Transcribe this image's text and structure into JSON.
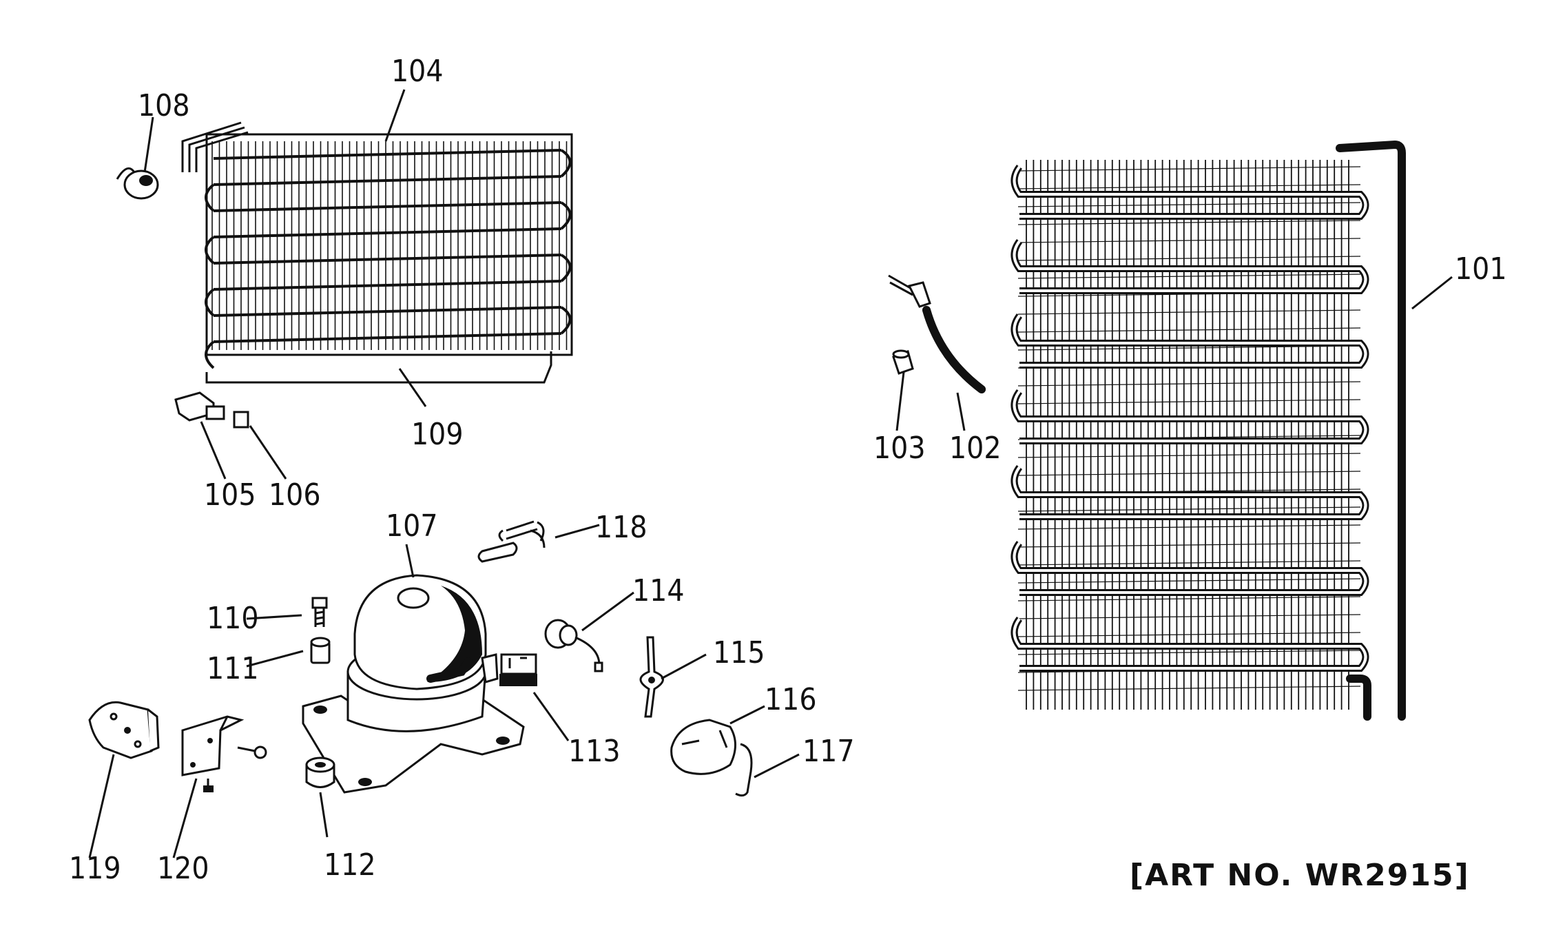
{
  "diagram": {
    "type": "exploded-parts-diagram",
    "art_number": "[ART NO. WR2915]",
    "parts": [
      {
        "key": "p101",
        "label": "101"
      },
      {
        "key": "p102",
        "label": "102"
      },
      {
        "key": "p103",
        "label": "103"
      },
      {
        "key": "p104",
        "label": "104"
      },
      {
        "key": "p105",
        "label": "105"
      },
      {
        "key": "p106",
        "label": "106"
      },
      {
        "key": "p107",
        "label": "107"
      },
      {
        "key": "p108",
        "label": "108"
      },
      {
        "key": "p109",
        "label": "109"
      },
      {
        "key": "p110",
        "label": "110"
      },
      {
        "key": "p111",
        "label": "111"
      },
      {
        "key": "p112",
        "label": "112"
      },
      {
        "key": "p113",
        "label": "113"
      },
      {
        "key": "p114",
        "label": "114"
      },
      {
        "key": "p115",
        "label": "115"
      },
      {
        "key": "p116",
        "label": "116"
      },
      {
        "key": "p117",
        "label": "117"
      },
      {
        "key": "p118",
        "label": "118"
      },
      {
        "key": "p119",
        "label": "119"
      },
      {
        "key": "p120",
        "label": "120"
      }
    ]
  }
}
